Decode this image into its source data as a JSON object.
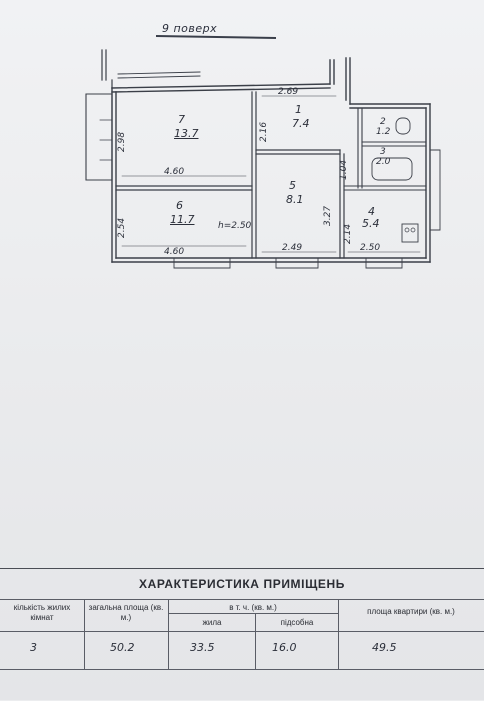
{
  "floor_label": "9 поверх",
  "rooms": [
    {
      "number": "7",
      "area": "13.7"
    },
    {
      "number": "1",
      "area": "7.4"
    },
    {
      "number": "2",
      "area": "1.2"
    },
    {
      "number": "3",
      "area": "2.0"
    },
    {
      "number": "6",
      "area": "11.7"
    },
    {
      "number": "5",
      "area": "8.1"
    },
    {
      "number": "4",
      "area": "5.4"
    }
  ],
  "dimensions": {
    "d_298": "2.98",
    "d_460_upper": "4.60",
    "d_269": "2.69",
    "d_216": "2.16",
    "d_104": "1.04",
    "d_254": "2.54",
    "d_460_lower": "4.60",
    "height": "h=2.50",
    "d_327": "3.27",
    "d_214": "2.14",
    "d_249": "2.49",
    "d_250": "2.50"
  },
  "table": {
    "title": "ХАРАКТЕРИСТИКА ПРИМІЩЕНЬ",
    "headers": {
      "rooms_count": "кількість жилих кімнат",
      "total_area": "загальна площа (кв. м.)",
      "including": "в т. ч. (кв. м.)",
      "living": "жила",
      "auxiliary": "підсобна",
      "apartment_area": "площа квартири (кв. м.)"
    },
    "values": {
      "rooms_count": "3",
      "total_area": "50.2",
      "living": "33.5",
      "auxiliary": "16.0",
      "apartment_area": "49.5"
    }
  }
}
